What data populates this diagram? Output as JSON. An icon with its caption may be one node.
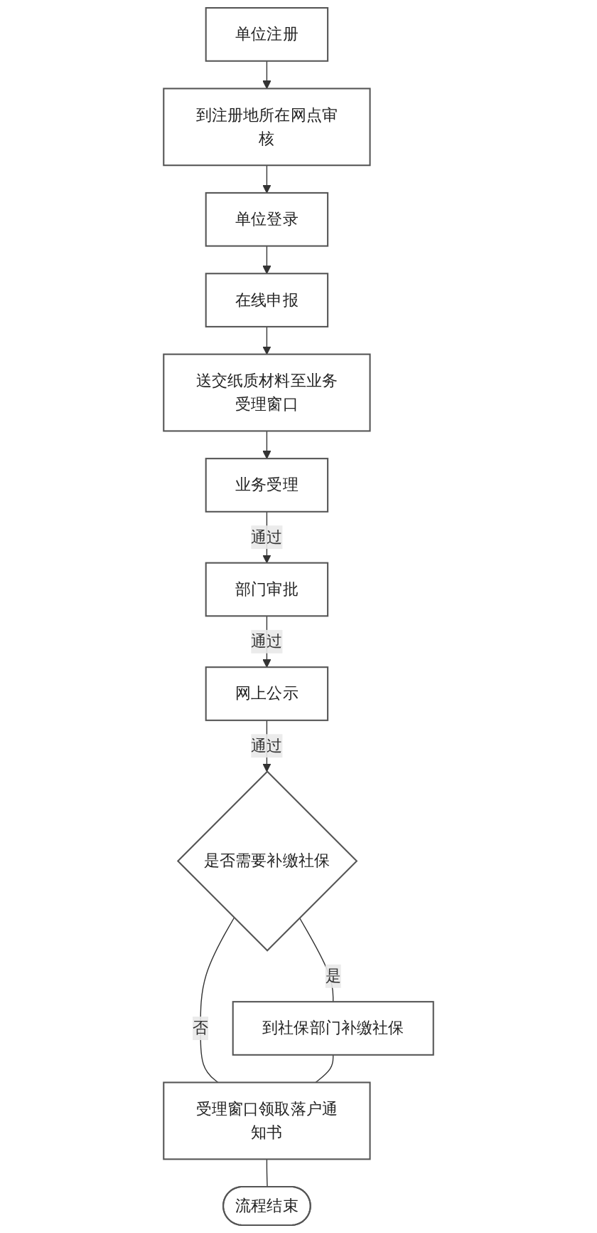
{
  "diagram": {
    "nodes": [
      {
        "text": [
          "单位注册"
        ]
      },
      {
        "text": [
          "到注册地所在网点审核"
        ]
      },
      {
        "text": [
          "单位登录"
        ]
      },
      {
        "text": [
          "在线申报"
        ]
      },
      {
        "text": [
          "送交纸质材料至业务受理窗口"
        ]
      },
      {
        "text": [
          "业务受理"
        ]
      },
      {
        "text": [
          "部门审批"
        ]
      },
      {
        "text": [
          "网上公示"
        ]
      },
      {
        "text": [
          "是否需要补缴社保"
        ]
      },
      {
        "text": [
          "到社保部门补缴社保"
        ]
      },
      {
        "text": [
          "受理窗口领取落户通知书"
        ]
      },
      {
        "text": [
          "流程结束"
        ]
      }
    ],
    "edges": [
      {
        "from": 0,
        "to": 1,
        "arrow": "to"
      },
      {
        "from": 1,
        "to": 2,
        "arrow": "to"
      },
      {
        "from": 2,
        "to": 3,
        "arrow": "to"
      },
      {
        "from": 3,
        "to": 4,
        "arrow": "to"
      },
      {
        "from": 4,
        "to": 5,
        "arrow": "to"
      },
      {
        "from": 5,
        "to": 6,
        "label": "通过",
        "arrow": "to"
      },
      {
        "from": 6,
        "to": 7,
        "label": "通过",
        "arrow": "to"
      },
      {
        "from": 7,
        "to": 8,
        "label": "通过",
        "arrow": "to"
      },
      {
        "from": 8,
        "to": 9,
        "label": "是",
        "arrow": "none"
      },
      {
        "from": 8,
        "to": 10,
        "label": "否",
        "arrow": "none"
      },
      {
        "from": 9,
        "to": 10,
        "arrow": "none"
      },
      {
        "from": 10,
        "to": 11,
        "arrow": "none"
      }
    ]
  }
}
